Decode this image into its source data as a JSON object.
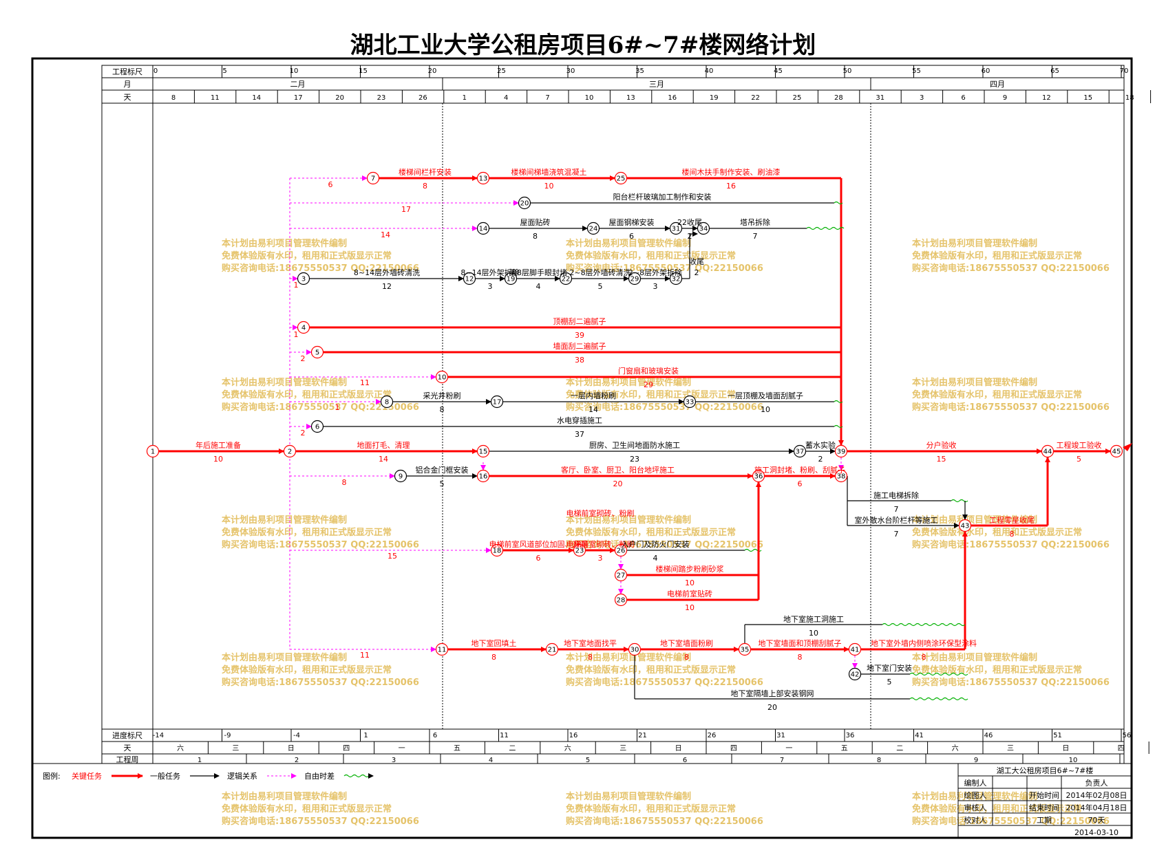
{
  "title": "湖北工业大学公租房项目6#~7#楼网络计划",
  "colors": {
    "critical": "#ff0000",
    "normal": "#000000",
    "logic": "#ff00ff",
    "float": "#00b000",
    "watermark": "#e5c36a"
  },
  "top_scale": {
    "label_ruler": "工程标尺",
    "label_month": "月",
    "label_day": "天",
    "ruler_ticks": [
      "0",
      "5",
      "10",
      "15",
      "20",
      "25",
      "30",
      "35",
      "40",
      "45",
      "50",
      "55",
      "60",
      "65",
      "70"
    ],
    "months": [
      "二月",
      "三月",
      "四月"
    ],
    "days": [
      "8",
      "11",
      "14",
      "17",
      "20",
      "23",
      "26",
      "1",
      "4",
      "7",
      "10",
      "13",
      "16",
      "19",
      "22",
      "25",
      "28",
      "31",
      "3",
      "6",
      "9",
      "12",
      "15",
      "18"
    ]
  },
  "bottom_scale": {
    "label_progress": "进度标尺",
    "label_day": "天",
    "label_week": "工程周",
    "progress_ticks": [
      "-14",
      "-9",
      "-4",
      "1",
      "6",
      "11",
      "16",
      "21",
      "26",
      "31",
      "36",
      "41",
      "46",
      "51",
      "56"
    ],
    "weekdays": [
      "六",
      "三",
      "日",
      "四",
      "一",
      "五",
      "二",
      "六",
      "三",
      "日",
      "四",
      "一",
      "五",
      "二",
      "六",
      "三",
      "日",
      "四"
    ],
    "weeks": [
      "1",
      "2",
      "3",
      "4",
      "5",
      "6",
      "7",
      "8",
      "9",
      "10"
    ]
  },
  "tasks": [
    {
      "name": "年后施工准备",
      "duration": "10",
      "type": "critical"
    },
    {
      "name": "地面打毛、清理",
      "duration": "14",
      "type": "critical"
    },
    {
      "name": "楼梯间栏杆安装",
      "duration": "8",
      "type": "critical"
    },
    {
      "name": "楼梯间梯墙浇筑混凝土",
      "duration": "10",
      "type": "critical"
    },
    {
      "name": "楼间木扶手制作安装、刷油漆",
      "duration": "16",
      "type": "critical"
    },
    {
      "name": "阳台栏杆玻璃加工制作和安装",
      "duration": "",
      "type": "normal"
    },
    {
      "name": "屋面贴砖",
      "duration": "8",
      "type": "normal"
    },
    {
      "name": "屋面钢梯安装",
      "duration": "6",
      "type": "normal"
    },
    {
      "name": "22收尾",
      "duration": "2",
      "type": "normal"
    },
    {
      "name": "塔吊拆除",
      "duration": "7",
      "type": "normal"
    },
    {
      "name": "8~14层外墙砖清洗",
      "duration": "12",
      "type": "normal"
    },
    {
      "name": "8~14层外架拆除",
      "duration": "3",
      "type": "normal"
    },
    {
      "name": "第8层脚手眼封堵",
      "duration": "4",
      "type": "normal"
    },
    {
      "name": "2~8层外墙砖清洗",
      "duration": "5",
      "type": "normal"
    },
    {
      "name": "2~8层外架拆除",
      "duration": "3",
      "type": "normal"
    },
    {
      "name": "收尾",
      "duration": "2",
      "type": "normal"
    },
    {
      "name": "顶棚刮二遍腻子",
      "duration": "39",
      "type": "critical"
    },
    {
      "name": "墙面刮二遍腻子",
      "duration": "38",
      "type": "critical"
    },
    {
      "name": "门窗扇和玻璃安装",
      "duration": "29",
      "type": "critical"
    },
    {
      "name": "采光井粉刷",
      "duration": "8",
      "type": "normal"
    },
    {
      "name": "一层内墙粉刷",
      "duration": "14",
      "type": "normal"
    },
    {
      "name": "一层顶棚及墙面刮腻子",
      "duration": "10",
      "type": "normal"
    },
    {
      "name": "水电穿插施工",
      "duration": "37",
      "type": "normal"
    },
    {
      "name": "厨房、卫生间地面防水施工",
      "duration": "23",
      "type": "normal"
    },
    {
      "name": "蓄水实验",
      "duration": "2",
      "type": "normal"
    },
    {
      "name": "铝合金门框安装",
      "duration": "5",
      "type": "normal"
    },
    {
      "name": "客厅、卧室、厨卫、阳台地坪施工",
      "duration": "20",
      "type": "critical"
    },
    {
      "name": "施工洞封堵、粉刷、刮腻子",
      "duration": "6",
      "type": "critical"
    },
    {
      "name": "分户验收",
      "duration": "15",
      "type": "critical"
    },
    {
      "name": "工程竣工验收",
      "duration": "5",
      "type": "critical"
    },
    {
      "name": "施工电梯拆除",
      "duration": "7",
      "type": "normal"
    },
    {
      "name": "室外散水台阶栏杆等施工",
      "duration": "7",
      "type": "normal"
    },
    {
      "name": "工程零星收尾",
      "duration": "8",
      "type": "critical"
    },
    {
      "name": "电梯前室风道部位加固、开洞",
      "duration": "6",
      "type": "critical"
    },
    {
      "name": "电梯前室砌砖、粉刷",
      "duration": "3",
      "type": "critical"
    },
    {
      "name": "入户门及防火门安装",
      "duration": "4",
      "type": "normal"
    },
    {
      "name": "楼梯间踏步粉刷砂浆",
      "duration": "10",
      "type": "critical"
    },
    {
      "name": "电梯前室贴砖",
      "duration": "10",
      "type": "critical"
    },
    {
      "name": "地下室回填土",
      "duration": "8",
      "type": "critical"
    },
    {
      "name": "地下室地面找平",
      "duration": "8",
      "type": "critical"
    },
    {
      "name": "地下室墙面粉刷",
      "duration": "8",
      "type": "critical"
    },
    {
      "name": "地下室墙面和顶棚刮腻子",
      "duration": "8",
      "type": "critical"
    },
    {
      "name": "地下室外墙内侧喷涂环保型涂料",
      "duration": "8",
      "type": "critical"
    },
    {
      "name": "地下室施工洞施工",
      "duration": "10",
      "type": "normal"
    },
    {
      "name": "地下室门安装",
      "duration": "5",
      "type": "normal"
    },
    {
      "name": "地下室隔墙上部安装钢网",
      "duration": "20",
      "type": "normal"
    }
  ],
  "lags": [
    "6",
    "17",
    "14",
    "1",
    "1",
    "2",
    "11",
    "1",
    "2",
    "8",
    "15",
    "11"
  ],
  "watermark": {
    "line1": "本计划由易利项目管理软件编制",
    "line2": "免费体验版有水印，租用和正式版显示正常",
    "line3": "购买咨询电话:18675550537 QQ:22150066"
  },
  "legend": {
    "label": "图例:",
    "critical": "关键任务",
    "normal": "一般任务",
    "logic": "逻辑关系",
    "float": "自由时差"
  },
  "info_box": {
    "project": "湖工大公租房项目6#~7#楼",
    "editor_label": "编制人",
    "owner_label": "负责人",
    "drawer_label": "绘图人",
    "start_label": "开始时间",
    "start_value": "2014年02月08日",
    "reviewer_label": "审核人",
    "end_label": "结束时间",
    "end_value": "2014年04月18日",
    "checker_label": "校对人",
    "duration_label": "工期",
    "duration_value": "70天",
    "date": "2014-03-10"
  }
}
